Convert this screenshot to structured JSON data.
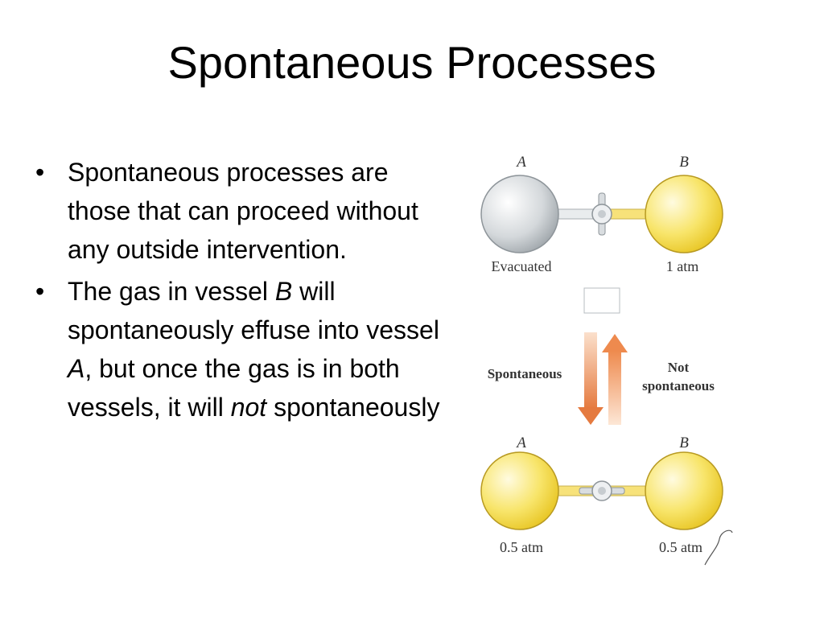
{
  "slide": {
    "title": "Spontaneous Processes",
    "bullets": [
      {
        "text": "Spontaneous processes are those that can proceed without any outside intervention."
      },
      {
        "part1": "The gas in vessel ",
        "part2": "B",
        "part3": " will spontaneously effuse into vessel ",
        "part4": "A",
        "part5": ", but once the gas is in both vessels, it will ",
        "part6": "not",
        "part7": " spontaneously"
      }
    ]
  },
  "figure": {
    "top": {
      "label_a": "A",
      "label_b": "B",
      "caption_a": "Evacuated",
      "caption_b": "1 atm"
    },
    "arrows": {
      "spontaneous": "Spontaneous",
      "not_line1": "Not",
      "not_line2": "spontaneous"
    },
    "bottom": {
      "label_a": "A",
      "label_b": "B",
      "caption_a": "0.5 atm",
      "caption_b": "0.5 atm"
    },
    "colors": {
      "empty_flask": "#c9ced2",
      "gas_flask": "#f7de55",
      "arrow_down": "#e8814a",
      "arrow_up": "#f2a36e"
    }
  }
}
